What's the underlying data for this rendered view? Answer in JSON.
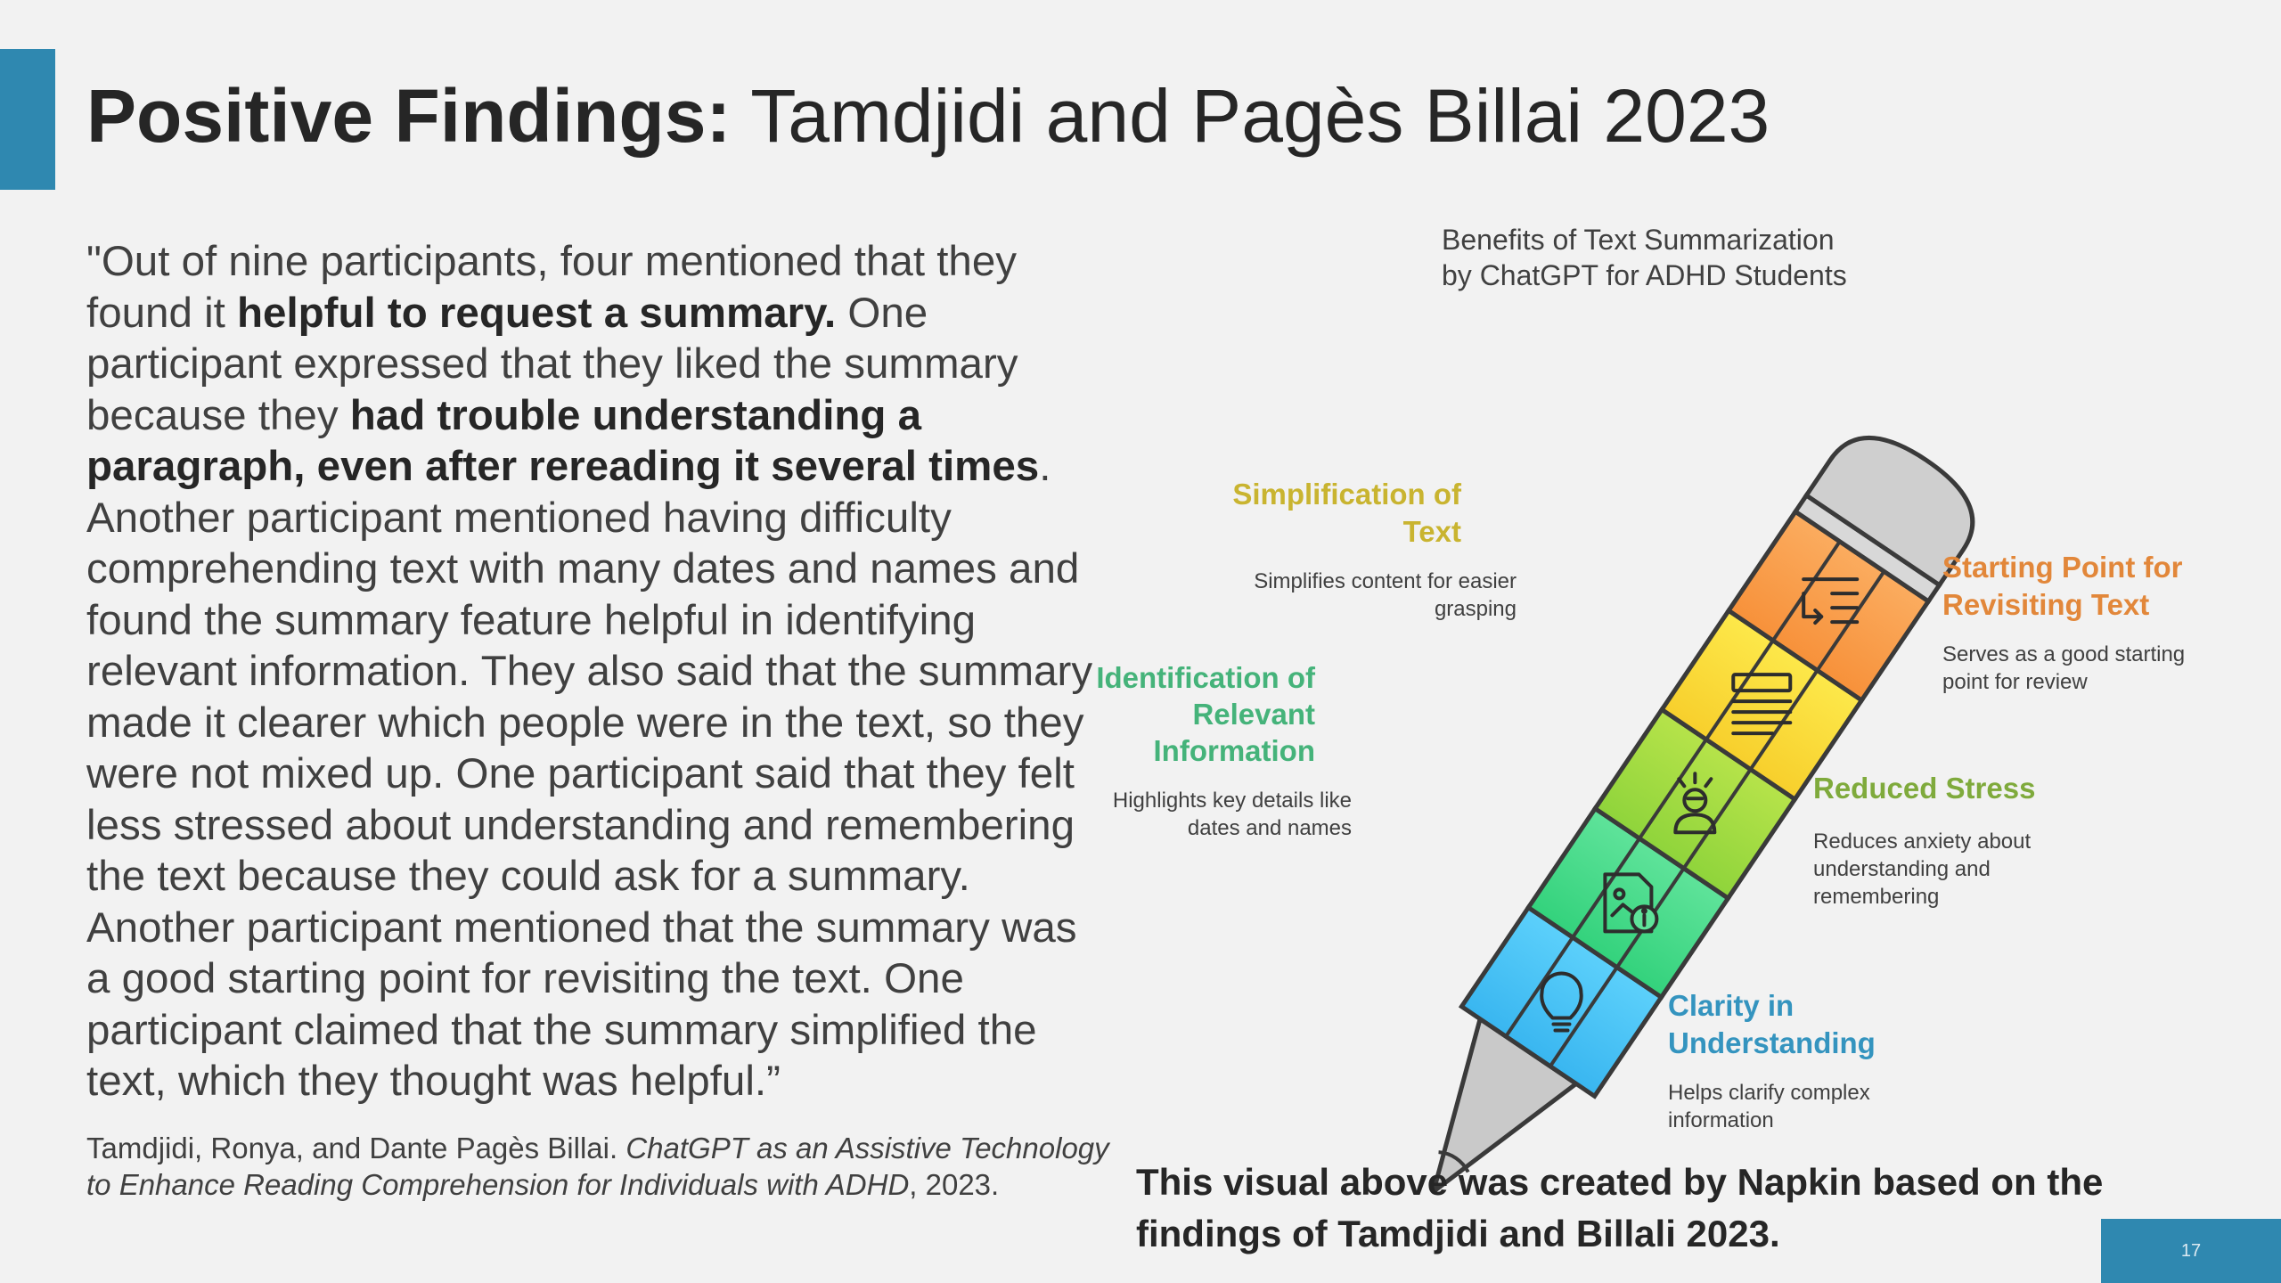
{
  "slide": {
    "title_bold": "Positive Findings:",
    "title_rest": " Tamdjidi and Pagès Billai  2023",
    "page_number": "17"
  },
  "quote": {
    "p1": "\"Out of nine participants, four mentioned that they found it ",
    "b1": "helpful to request a summary.",
    "p2": " One participant expressed that they liked the summary because they ",
    "b2": "had trouble understanding a paragraph, even after rereading it several times",
    "p3": ". Another participant mentioned having difficulty comprehending text with many dates and names and found the summary feature helpful in identifying relevant information. They also said that the summary made it clearer which people were in the text, so they were not mixed up. One participant said that they felt less stressed about understanding and remembering the text because they could ask for a summary. Another participant mentioned that the summary was a good starting point for revisiting the text. One participant claimed that the summary simplified the text, which they thought was helpful.”"
  },
  "citation": {
    "authors": "Tamdjidi, Ronya, and Dante Pagès Billai. ",
    "work": "ChatGPT as an Assistive Technology to Enhance Reading Comprehension for Individuals with ADHD",
    "year": ", 2023."
  },
  "diagram": {
    "title_line1": "Benefits of Text Summarization",
    "title_line2": "by ChatGPT for ADHD Students",
    "items": [
      {
        "id": "starting",
        "label_line1": "Starting Point for",
        "label_line2": "Revisiting Text",
        "desc_line1": "Serves as a good starting",
        "desc_line2": "point for review",
        "desc_line3": "",
        "color": "#e2873a",
        "icon": "list-return-icon"
      },
      {
        "id": "simplification",
        "label_line1": "Simplification of",
        "label_line2": "Text",
        "desc_line1": "Simplifies content for easier",
        "desc_line2": "grasping",
        "desc_line3": "",
        "color": "#c9b430",
        "icon": "document-lines-icon"
      },
      {
        "id": "stress",
        "label_line1": "Reduced Stress",
        "label_line2": "",
        "desc_line1": "Reduces anxiety about",
        "desc_line2": "understanding and",
        "desc_line3": "remembering",
        "color": "#7faa3c",
        "icon": "stressed-person-icon"
      },
      {
        "id": "identification",
        "label_line1": "Identification of",
        "label_line2": "Relevant",
        "label_line3": "Information",
        "desc_line1": "Highlights key details like",
        "desc_line2": "dates and names",
        "desc_line3": "",
        "color": "#45b37a",
        "icon": "info-document-icon"
      },
      {
        "id": "clarity",
        "label_line1": "Clarity in",
        "label_line2": "Understanding",
        "desc_line1": "Helps clarify complex",
        "desc_line2": "information",
        "desc_line3": "",
        "color": "#3494bf",
        "icon": "lightbulb-icon"
      }
    ]
  },
  "caption": "This visual above was created by Napkin based on the findings of Tamdjidi and Billali 2023."
}
